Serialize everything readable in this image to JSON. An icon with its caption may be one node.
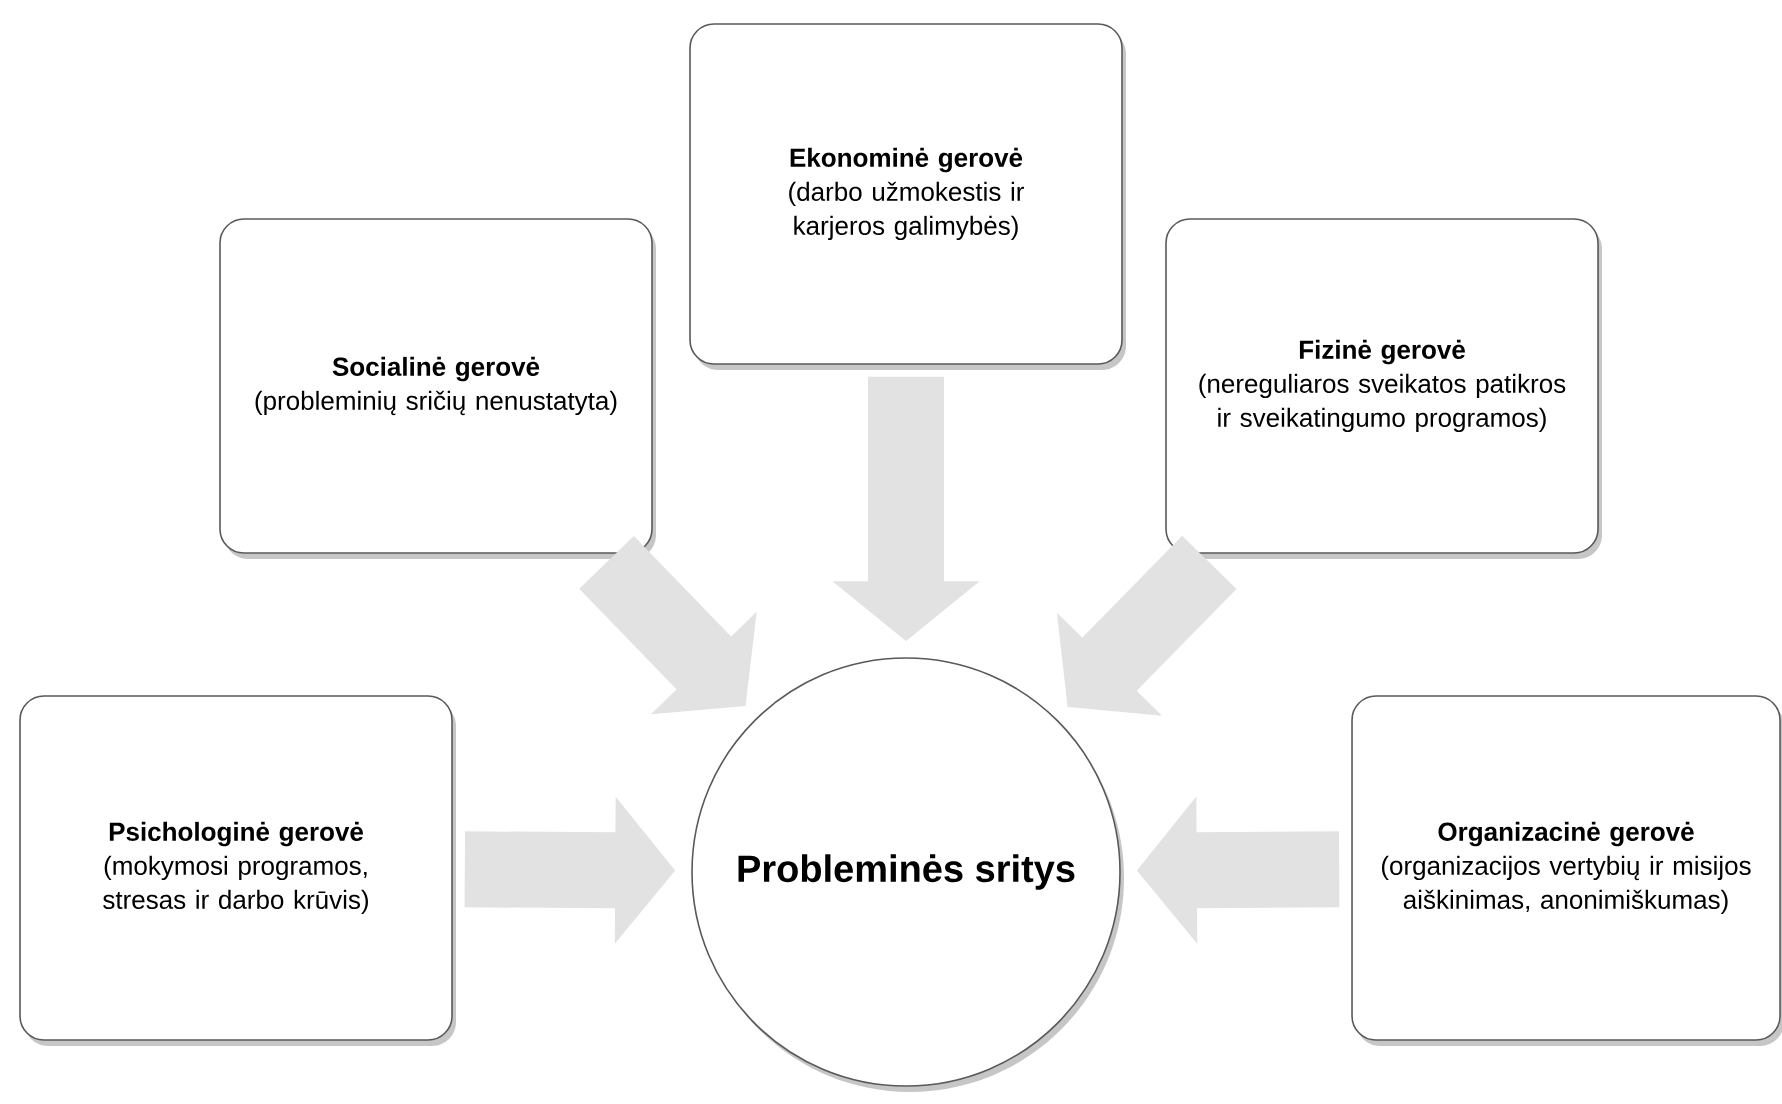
{
  "diagram": {
    "nodes": [
      {
        "text": [
          "Ekonominė gerovė",
          "(darbo užmokestis ir karjeros galimybės)"
        ]
      },
      {
        "text": [
          "Socialinė gerovė",
          "(probleminių sričių nenustatyta)"
        ]
      },
      {
        "text": [
          "Fizinė gerovė",
          "(nereguliaros sveikatos patikros ir sveikatingumo programos)"
        ]
      },
      {
        "text": [
          "Psichologinė gerovė",
          "(mokymosi programos, stresas ir darbo krūvis)"
        ]
      },
      {
        "text": [
          "Probleminės sritys"
        ]
      },
      {
        "text": [
          "Organizacinė gerovė",
          "(organizacijos vertybių ir misijos aiškinimas, anonimiškumas)"
        ]
      }
    ],
    "edges": [
      {
        "from": 0,
        "to": 4,
        "arrow": "to"
      },
      {
        "from": 1,
        "to": 4,
        "arrow": "to"
      },
      {
        "from": 2,
        "to": 4,
        "arrow": "to"
      },
      {
        "from": 3,
        "to": 4,
        "arrow": "to"
      },
      {
        "from": 5,
        "to": 4,
        "arrow": "to"
      }
    ]
  }
}
